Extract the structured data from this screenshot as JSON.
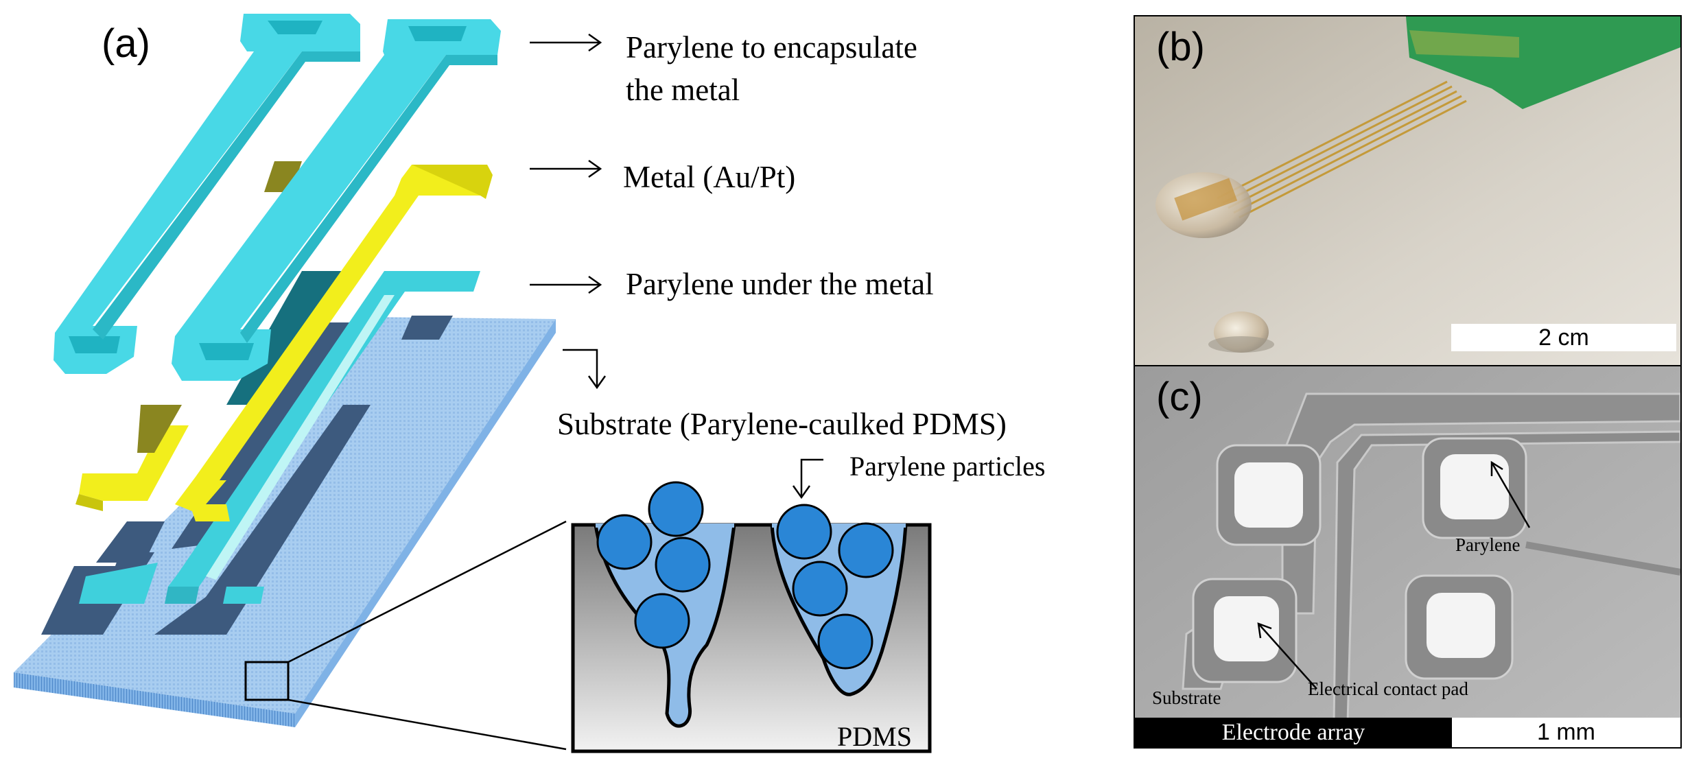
{
  "panel_a": {
    "label": "(a)",
    "layers": [
      {
        "text_line1": "Parylene to encapsulate",
        "text_line2": "the metal"
      },
      {
        "text": "Metal (Au/Pt)"
      },
      {
        "text": "Parylene under the metal"
      },
      {
        "text": "Substrate (Parylene-caulked PDMS)"
      }
    ],
    "inset": {
      "particles_label": "Parylene particles",
      "material_label": "PDMS"
    },
    "colors": {
      "parylene": "#3fd0dc",
      "metal": "#f2ee1c",
      "substrate": "#9cc4ec",
      "particle": "#2a86d6"
    }
  },
  "panel_b": {
    "label": "(b)",
    "scale_bar": "2 cm"
  },
  "panel_c": {
    "label": "(c)",
    "annotations": {
      "parylene": "Parylene",
      "contact_pad": "Electrical contact pad",
      "substrate": "Substrate"
    },
    "caption": "Electrode array",
    "scale_bar": "1 mm"
  }
}
